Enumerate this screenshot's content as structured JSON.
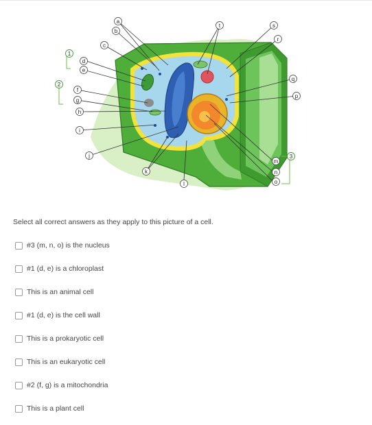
{
  "diagram": {
    "labels": [
      "a",
      "b",
      "c",
      "d",
      "e",
      "f",
      "g",
      "h",
      "i",
      "j",
      "k",
      "l",
      "m",
      "n",
      "o",
      "p",
      "q",
      "r",
      "s",
      "t"
    ],
    "group_labels": [
      "1",
      "2",
      "3"
    ]
  },
  "question": {
    "prompt": "Select all correct answers as they apply to this picture of a cell.",
    "options": [
      {
        "label": "#3 (m, n, o) is the nucleus",
        "checked": false
      },
      {
        "label": "#1 (d, e) is a chloroplast",
        "checked": false
      },
      {
        "label": "This is an animal cell",
        "checked": false
      },
      {
        "label": "#1 (d, e) is the cell wall",
        "checked": false
      },
      {
        "label": "This is a prokaryotic cell",
        "checked": false
      },
      {
        "label": "This is an eukaryotic cell",
        "checked": false
      },
      {
        "label": "#2 (f, g) is a mitochondria",
        "checked": false
      },
      {
        "label": "This is a plant cell",
        "checked": false
      }
    ]
  }
}
